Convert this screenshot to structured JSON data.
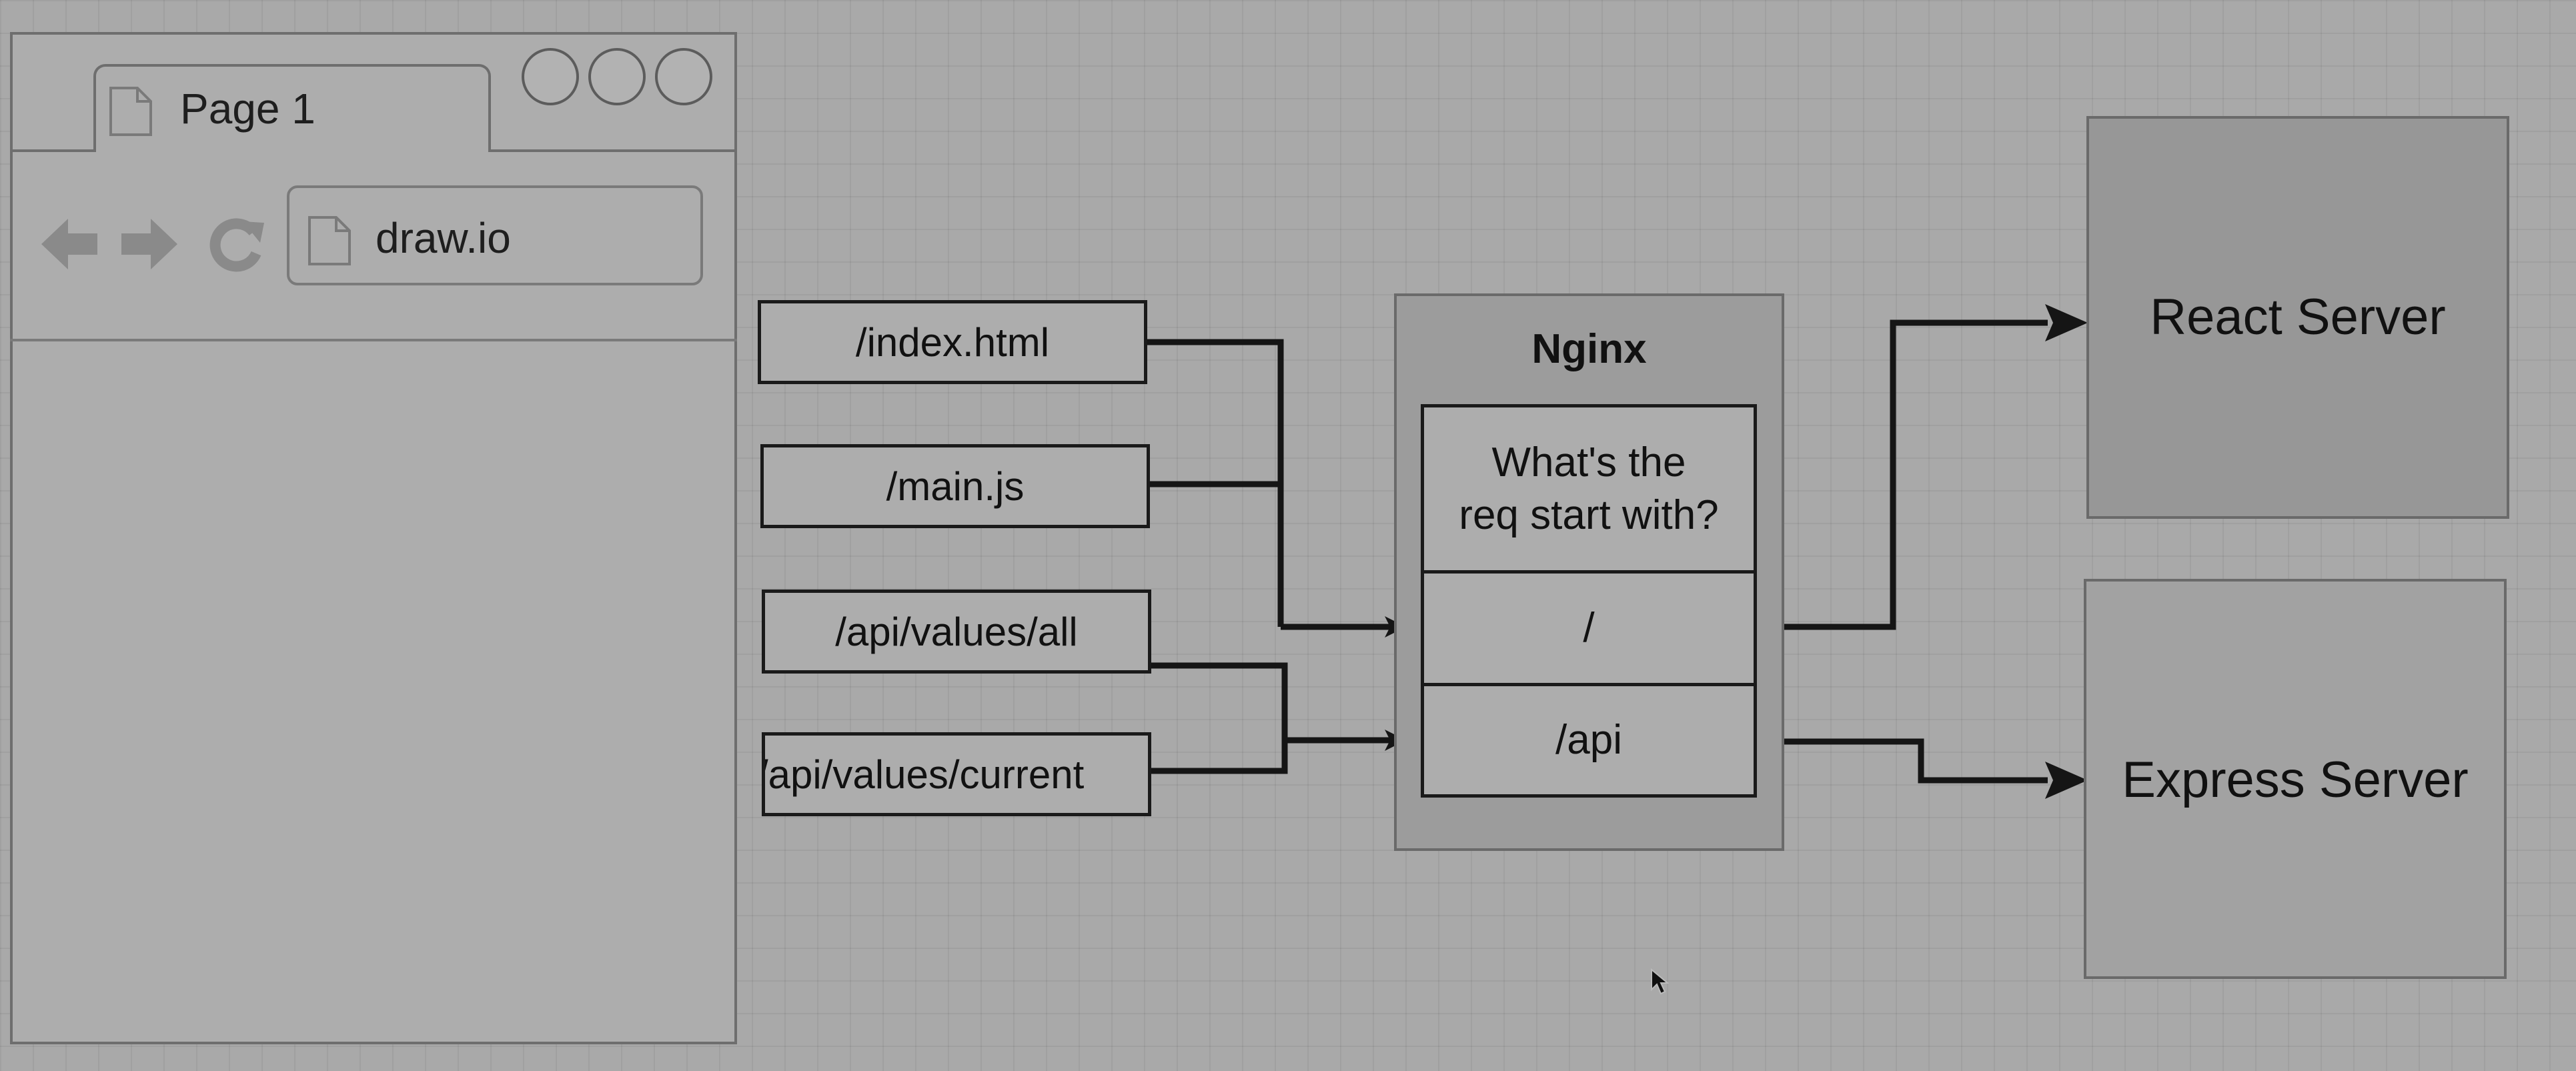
{
  "browser": {
    "tab_label": "Page 1",
    "address": "draw.io",
    "icons": [
      "page-icon",
      "back-arrow-icon",
      "forward-arrow-icon",
      "reload-icon",
      "window-control-circle-icon"
    ]
  },
  "requests": [
    {
      "path": "/index.html"
    },
    {
      "path": "/main.js"
    },
    {
      "path": "/api/values/all"
    },
    {
      "path": "/api/values/current"
    }
  ],
  "nginx": {
    "title": "Nginx",
    "question_line1": "What's the",
    "question_line2": "req start with?",
    "routes": [
      "/",
      "/api"
    ]
  },
  "servers": {
    "react": "React Server",
    "express": "Express Server"
  },
  "colors": {
    "background": "#a9a9a9",
    "react_server": "#979797",
    "express_server": "#a2a2a2",
    "wires": "#151515"
  }
}
